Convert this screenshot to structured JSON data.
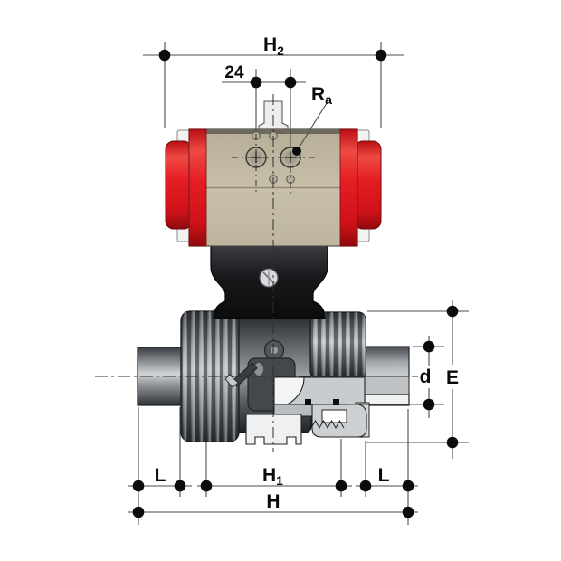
{
  "drawing": {
    "type": "technical-dimension-drawing",
    "subject": "Pneumatically actuated 2-way ball valve with spigot ends, half-section view with dimension lines"
  },
  "colors": {
    "background": "#ffffff",
    "actuator_cap_red": "#e41d23",
    "actuator_body_tan": "#c3baa5",
    "adapter_black": "#17181a",
    "valve_gray": "#8a8f93",
    "section_gray": "#c9ccce",
    "dimension_line": "#4b4b4b",
    "dimension_dot": "#0b0b0b"
  },
  "dimensions": {
    "h2": {
      "base": "H",
      "sub": "2"
    },
    "port_spacing_24": {
      "label": "24"
    },
    "ra": {
      "base": "R",
      "sub": "a"
    },
    "d": {
      "label": "d"
    },
    "e": {
      "label": "E"
    },
    "l_left": {
      "label": "L"
    },
    "h1": {
      "base": "H",
      "sub": "1"
    },
    "l_right": {
      "label": "L"
    },
    "h": {
      "label": "H"
    }
  }
}
